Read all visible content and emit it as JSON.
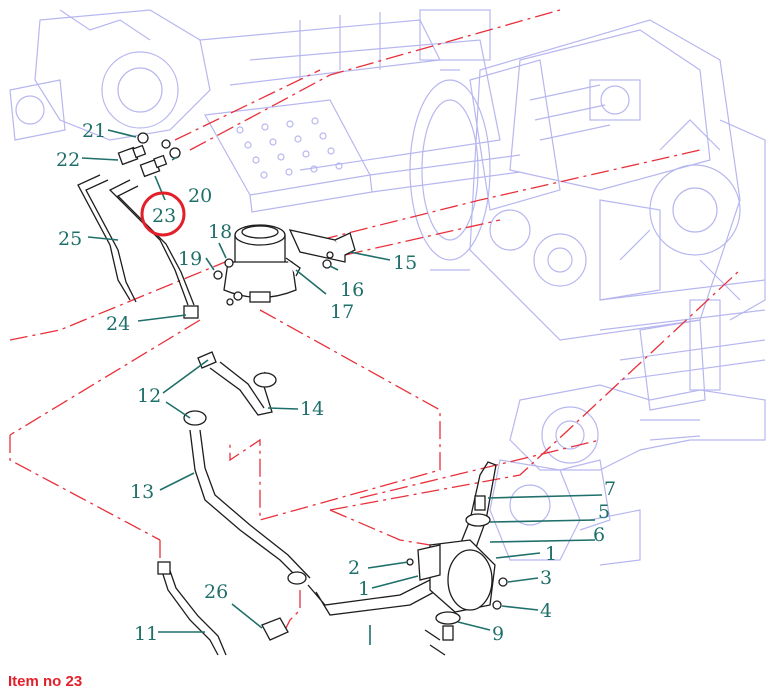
{
  "diagram": {
    "highlight_item": "23",
    "highlight_color": "#e3202a",
    "callout_color": "#1f6f6a",
    "callouts": {
      "c1a": "1",
      "c1b": "1",
      "c2": "2",
      "c3": "3",
      "c4": "4",
      "c5": "5",
      "c6": "6",
      "c7": "7",
      "c9": "9",
      "c11": "11",
      "c12": "12",
      "c13": "13",
      "c14": "14",
      "c15": "15",
      "c16": "16",
      "c17": "17",
      "c18": "18",
      "c19": "19",
      "c20": "20",
      "c21": "21",
      "c22": "22",
      "c23": "23",
      "c24": "24",
      "c25": "25",
      "c26": "26"
    }
  },
  "caption": {
    "text": "Item no 23"
  }
}
